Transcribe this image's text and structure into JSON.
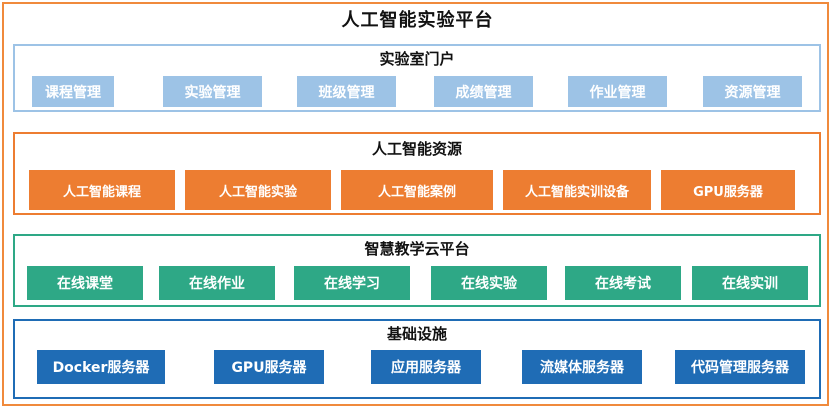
{
  "title": "人工智能实验平台",
  "layers": {
    "portal": {
      "title": "实验室门户",
      "items": [
        "课程管理",
        "实验管理",
        "班级管理",
        "成绩管理",
        "作业管理",
        "资源管理"
      ]
    },
    "ai_resources": {
      "title": "人工智能资源",
      "items": [
        "人工智能课程",
        "人工智能实验",
        "人工智能案例",
        "人工智能实训设备",
        "GPU服务器"
      ]
    },
    "cloud": {
      "title": "智慧教学云平台",
      "items": [
        "在线课堂",
        "在线作业",
        "在线学习",
        "在线实验",
        "在线考试",
        "在线实训"
      ]
    },
    "infrastructure": {
      "title": "基础设施",
      "items": [
        "Docker服务器",
        "GPU服务器",
        "应用服务器",
        "流媒体服务器",
        "代码管理服务器"
      ]
    }
  },
  "colors": {
    "outer_border": "#f08a3c",
    "portal": "#9dc3e6",
    "ai_resources": "#ed7d31",
    "cloud": "#2ea886",
    "infrastructure": "#1f6cb5"
  }
}
